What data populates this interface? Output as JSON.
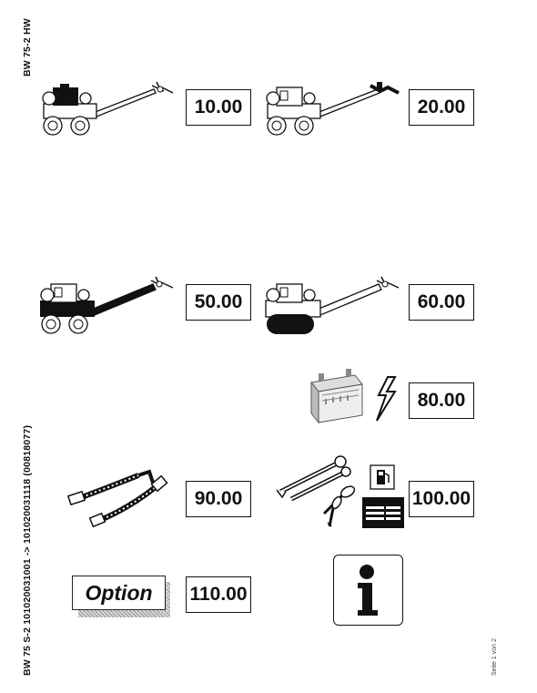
{
  "header": {
    "model_label": "BW 75-2 HW"
  },
  "side": {
    "serial_label": "BW 75 S-2 101020031001 -> 101020031118 (00818077)",
    "page_label": "Seite 1 von 2"
  },
  "sections": [
    {
      "figure": "roller-engine-highlighted",
      "number": "10.00"
    },
    {
      "figure": "roller-handle-highlighted",
      "number": "20.00"
    },
    {
      "figure": "roller-frame-highlighted",
      "number": "50.00"
    },
    {
      "figure": "roller-drums-highlighted",
      "number": "60.00"
    },
    {
      "figure": "battery-lightning",
      "number": "80.00"
    },
    {
      "figure": "hydraulic-hoses",
      "number": "90.00"
    },
    {
      "figure": "tools-keys-fuel-plate",
      "number": "100.00"
    },
    {
      "figure": "option-label",
      "number": "110.00"
    }
  ],
  "option": {
    "label": "Option"
  },
  "icons": [
    "battery-icon",
    "lightning-icon",
    "wrench-icon",
    "key-icon",
    "fuel-pump-icon",
    "info-icon"
  ]
}
